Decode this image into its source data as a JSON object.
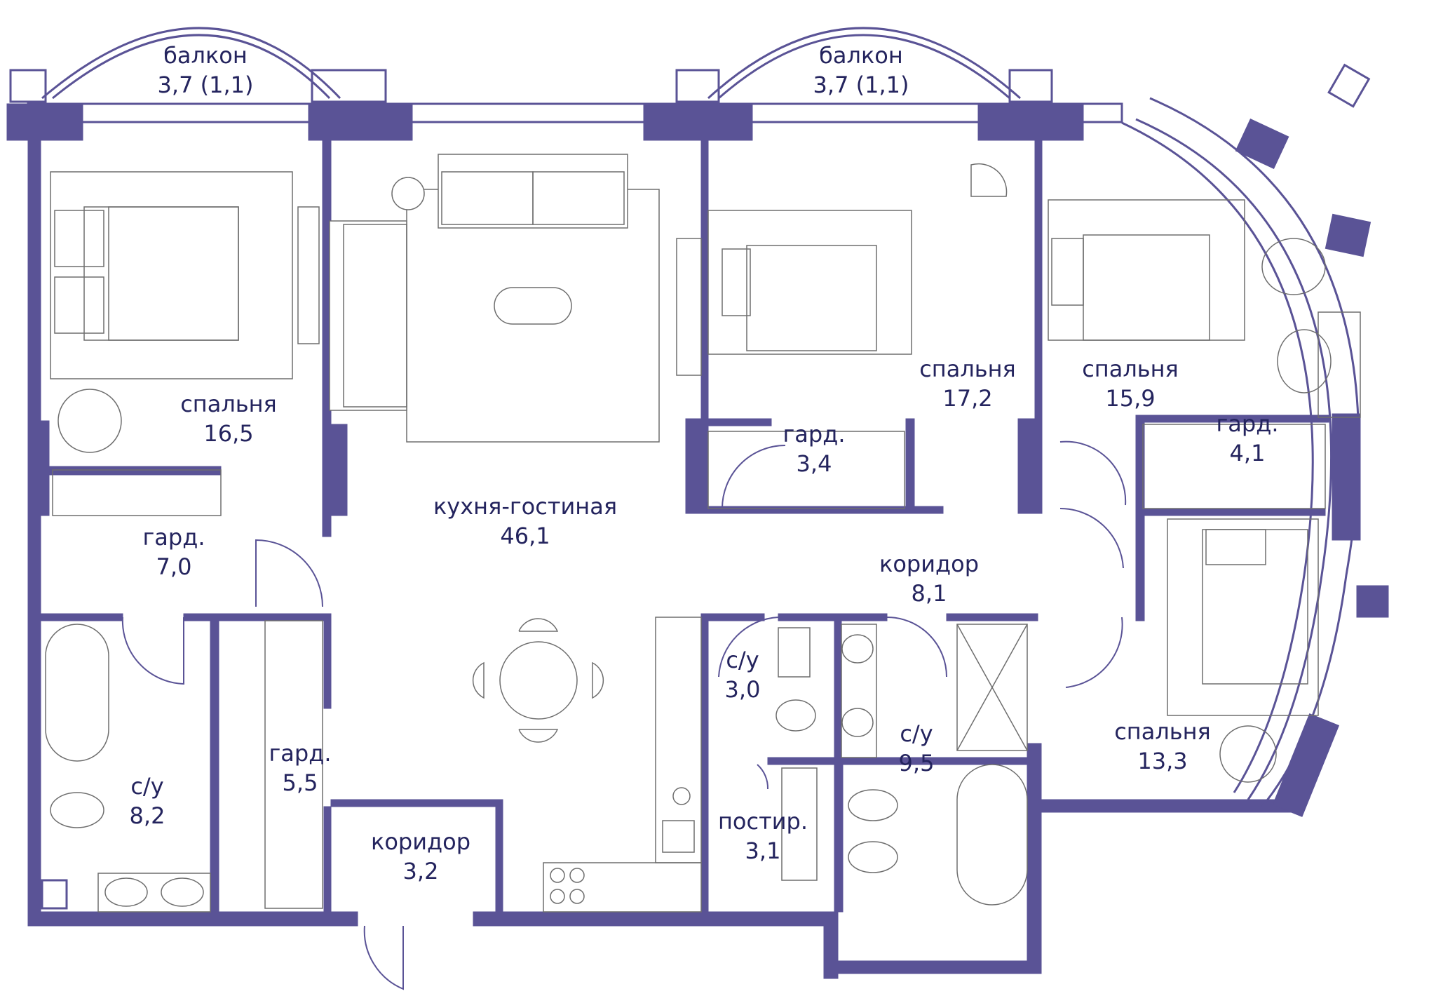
{
  "plan": {
    "wall_color": "#5a5396",
    "label_color": "#24245e",
    "furniture_color": "#6e6e6e",
    "rooms": [
      {
        "id": "balcony-1",
        "name": "балкон",
        "area": "3,7 (1,1)"
      },
      {
        "id": "balcony-2",
        "name": "балкон",
        "area": "3,7 (1,1)"
      },
      {
        "id": "bedroom-1",
        "name": "спальня",
        "area": "16,5"
      },
      {
        "id": "kitchen-living",
        "name": "кухня-гостиная",
        "area": "46,1"
      },
      {
        "id": "bedroom-2",
        "name": "спальня",
        "area": "17,2"
      },
      {
        "id": "bedroom-3",
        "name": "спальня",
        "area": "15,9"
      },
      {
        "id": "wardrobe-1",
        "name": "гард.",
        "area": "3,4"
      },
      {
        "id": "wardrobe-2",
        "name": "гард.",
        "area": "4,1"
      },
      {
        "id": "wardrobe-3",
        "name": "гард.",
        "area": "7,0"
      },
      {
        "id": "corridor-1",
        "name": "коридор",
        "area": "8,1"
      },
      {
        "id": "bathroom-1",
        "name": "с/у",
        "area": "3,0"
      },
      {
        "id": "bathroom-2",
        "name": "с/у",
        "area": "9,5"
      },
      {
        "id": "bedroom-4",
        "name": "спальня",
        "area": "13,3"
      },
      {
        "id": "wardrobe-4",
        "name": "гард.",
        "area": "5,5"
      },
      {
        "id": "bathroom-3",
        "name": "с/у",
        "area": "8,2"
      },
      {
        "id": "corridor-2",
        "name": "коридор",
        "area": "3,2"
      },
      {
        "id": "laundry",
        "name": "постир.",
        "area": "3,1"
      }
    ]
  }
}
